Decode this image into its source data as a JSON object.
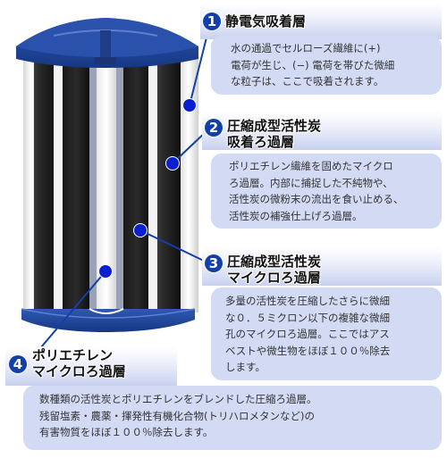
{
  "layers": [
    {
      "number": "1",
      "title_lines": [
        "静電気吸着層"
      ],
      "desc_lines": [
        "水の通過でセルローズ繊維に(+)",
        "電荷が生じ、(−) 電荷を帯びた微細",
        "な粒子は、ここで吸着されます。"
      ]
    },
    {
      "number": "2",
      "title_lines": [
        "圧縮成型活性炭",
        "吸着ろ過層"
      ],
      "desc_lines": [
        "ポリエチレン繊維を固めたマイクロ",
        "ろ過層。内部に捕捉した不純物や、",
        "活性炭の微粉末の流出を食い止める、",
        "活性炭の補強仕上げろ過層。"
      ]
    },
    {
      "number": "3",
      "title_lines": [
        "圧縮成型活性炭",
        "マイクロろ過層"
      ],
      "desc_lines": [
        "多量の活性炭を圧縮したさらに微細",
        "な０．５ミクロン以下の複雑な微細",
        "孔のマイクロろ過層。ここではアス",
        "ベストや微生物をほぼ１００％除去",
        "します。"
      ]
    },
    {
      "number": "4",
      "title_lines": [
        "ポリエチレン",
        "マイクロろ過層"
      ],
      "desc_lines": [
        "数種類の活性炭とポリエチレンをブレンドした圧縮ろ過層。",
        "残留塩素・農薬・揮発性有機化合物(トリハロメタンなど)の",
        "有害物質をほぼ１００％除去します。"
      ]
    }
  ],
  "colors": {
    "accent": "#123fa8",
    "panel": "#d3daf4",
    "dot": "#0a1fd0",
    "carbon": "#1c1c1c",
    "cap": "#1d3f8e"
  }
}
